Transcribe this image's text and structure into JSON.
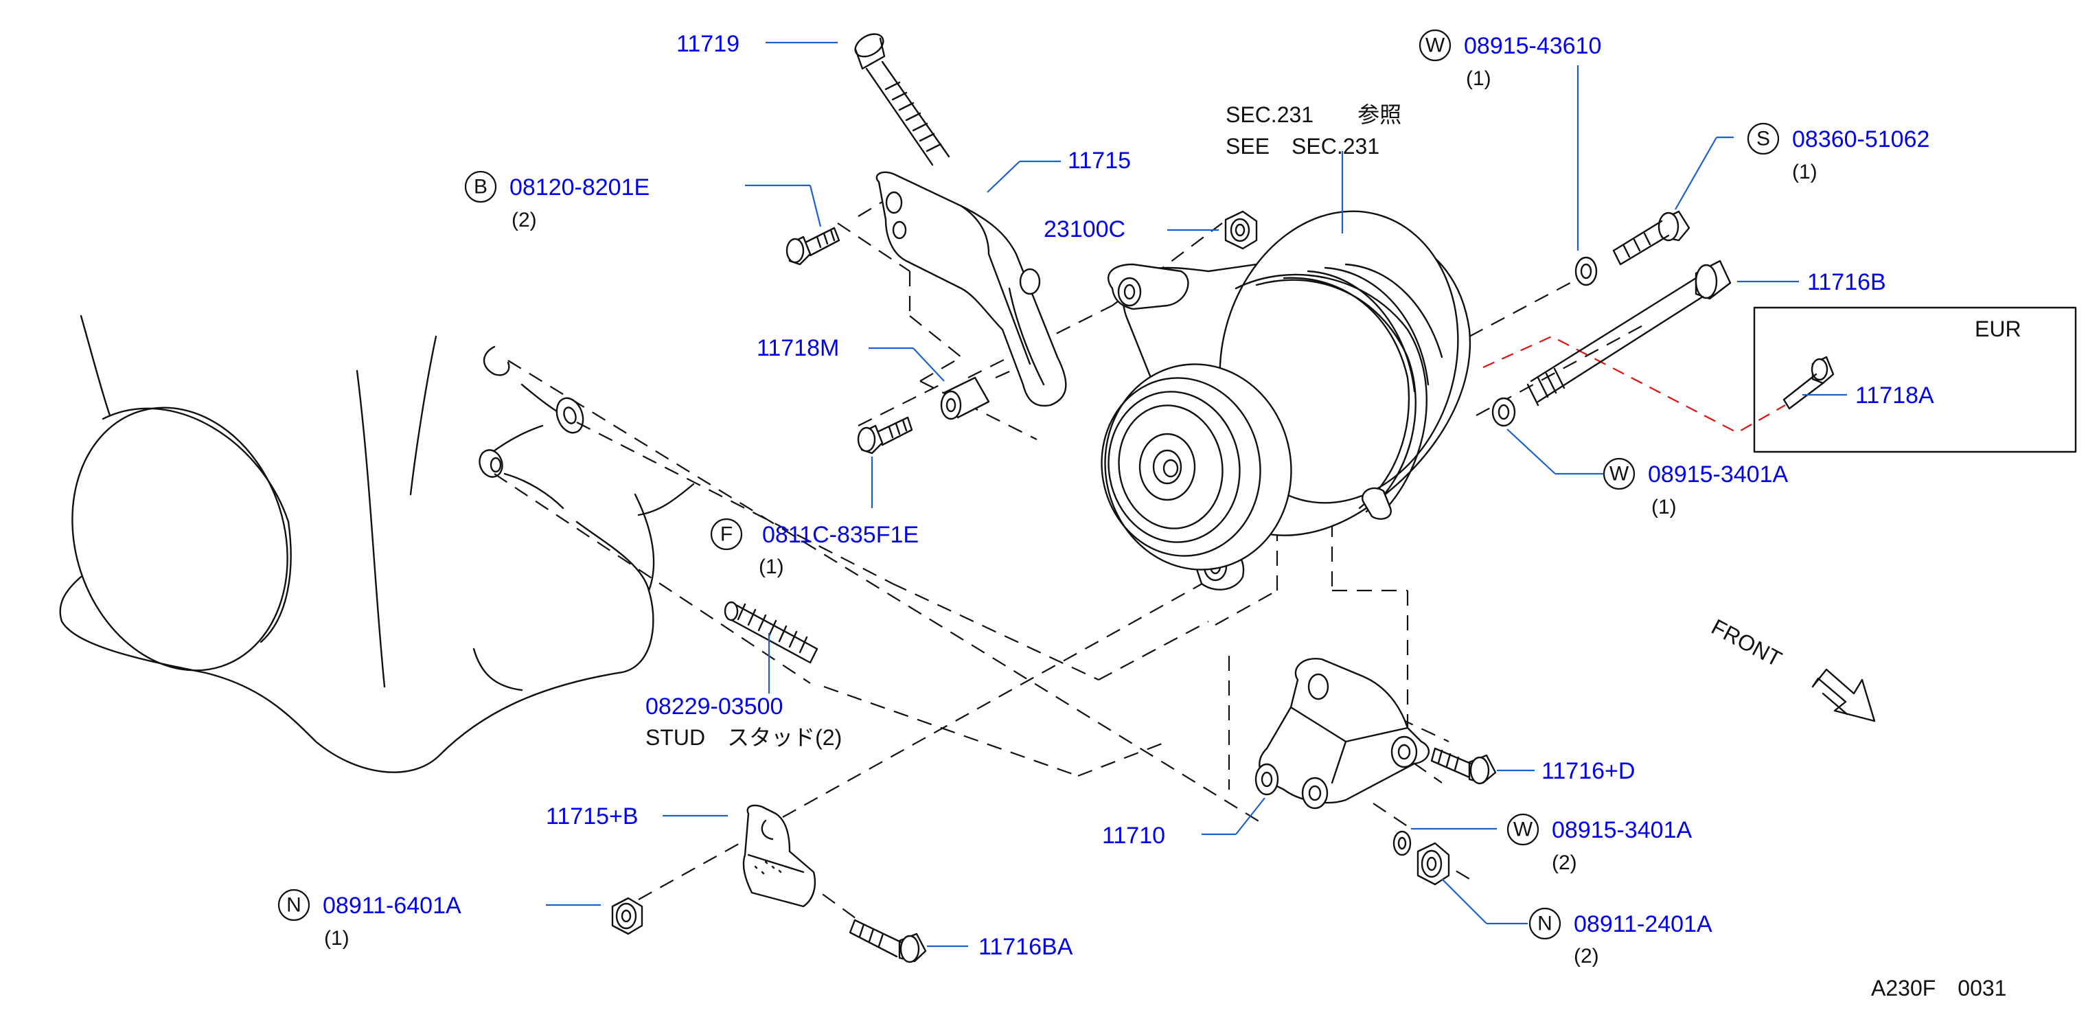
{
  "colors": {
    "part_number": "#0000ee",
    "leader": "#1a5fd0",
    "drawing": "#111111",
    "eur_link": "#e01010"
  },
  "labels": {
    "p11719": "11719",
    "p11715": "11715",
    "p08120": "08120-8201E",
    "p08120_code": "B",
    "p08120_qty": "(2)",
    "p23100c": "23100C",
    "p11718m": "11718M",
    "p0811x": "0811C-835F1E",
    "p0811x_code": "F",
    "p0811x_qty": "(1)",
    "p08229": "08229-03500",
    "stud": "STUD　スタッド(2)",
    "p08915_43610": "08915-43610",
    "p08915_43610_code": "W",
    "p08915_43610_qty": "(1)",
    "sec_jp": "SEC.231　　参照",
    "sec_en": "SEE　SEC.231",
    "p08360": "08360-51062",
    "p08360_code": "S",
    "p08360_qty": "(1)",
    "p11716b": "11716B",
    "eur": "EUR",
    "p11718a": "11718A",
    "p08915_3401a_top": "08915-3401A",
    "p08915_3401a_top_code": "W",
    "p08915_3401a_top_qty": "(1)",
    "front": "FRONT",
    "p11716d": "11716+D",
    "p11710": "11710",
    "p08915_3401a_bot": "08915-3401A",
    "p08915_3401a_bot_code": "W",
    "p08915_3401a_bot_qty": "(2)",
    "p08911_2401a": "08911-2401A",
    "p08911_2401a_code": "N",
    "p08911_2401a_qty": "(2)",
    "p11715b": "11715+B",
    "p08911_6401a": "08911-6401A",
    "p08911_6401a_code": "N",
    "p08911_6401a_qty": "(1)",
    "p11716ba": "11716BA",
    "figure_code": "A230F　0031"
  }
}
